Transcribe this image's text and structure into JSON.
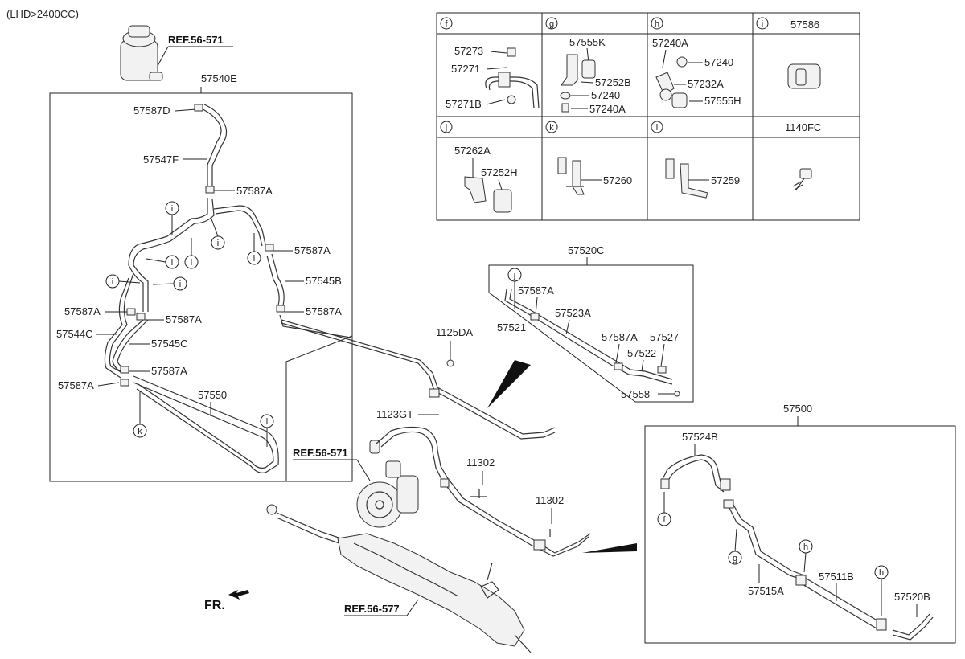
{
  "header": {
    "variant": "(LHD>2400CC)"
  },
  "refs": {
    "ref_a": "REF.56-571",
    "ref_b": "REF.56-571",
    "ref_c": "REF.56-577"
  },
  "direction": {
    "fr": "FR."
  },
  "parts": {
    "p57540E": "57540E",
    "p57587D": "57587D",
    "p57547F": "57547F",
    "p57587A_1": "57587A",
    "p57587A_2": "57587A",
    "p57545B": "57545B",
    "p57587A_3": "57587A",
    "p57587A_4": "57587A",
    "p57587A_5": "57587A",
    "p57544C": "57544C",
    "p57545C": "57545C",
    "p57587A_6": "57587A",
    "p57587A_7": "57587A",
    "p57550": "57550",
    "p57520C": "57520C",
    "p57587A_8": "57587A",
    "p57523A": "57523A",
    "p57521": "57521",
    "p57587A_9": "57587A",
    "p57527": "57527",
    "p57522": "57522",
    "p57558": "57558",
    "p1125DA": "1125DA",
    "p1123GT": "1123GT",
    "p11302a": "11302",
    "p11302b": "11302",
    "p57500": "57500",
    "p57524B": "57524B",
    "p57515A": "57515A",
    "p57511B": "57511B",
    "p57520B": "57520B"
  },
  "callouts": {
    "i": "i",
    "k": "k",
    "l": "l",
    "j": "j",
    "f": "f",
    "g": "g",
    "h": "h"
  },
  "legend": {
    "cells": [
      {
        "key": "f",
        "title": "",
        "labels": [
          "57273",
          "57271",
          "57271B"
        ]
      },
      {
        "key": "g",
        "title": "",
        "labels": [
          "57555K",
          "57252B",
          "57240",
          "57240A"
        ]
      },
      {
        "key": "h",
        "title": "",
        "labels": [
          "57240A",
          "57240",
          "57232A",
          "57555H"
        ]
      },
      {
        "key": "i",
        "title": "57586",
        "labels": []
      },
      {
        "key": "j",
        "title": "",
        "labels": [
          "57262A",
          "57252H"
        ]
      },
      {
        "key": "k",
        "title": "",
        "labels": [
          "57260"
        ]
      },
      {
        "key": "l",
        "title": "",
        "labels": [
          "57259"
        ]
      },
      {
        "key": "",
        "title": "1140FC",
        "labels": []
      }
    ]
  }
}
